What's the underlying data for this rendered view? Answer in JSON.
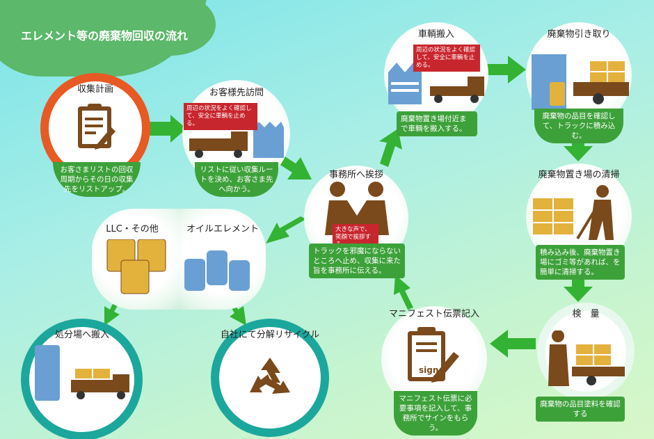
{
  "title": "エレメント等の廃棄物回収の流れ",
  "colors": {
    "green": "#3da13a",
    "arrow": "#34b233",
    "red": "#c8262e",
    "orange": "#e85a24",
    "teal": "#1ca79c",
    "icon_brown": "#7a4a1c",
    "icon_yellow": "#e3b23c",
    "icon_blue": "#6a9fd4"
  },
  "steps": {
    "plan": {
      "label": "収集計画",
      "desc": "お客さまリストの回収周期からその日の収集先をリストアップ。"
    },
    "visit": {
      "label": "お客様先訪問",
      "note": "周辺の状況をよく確認して、安全に車輌を止める。",
      "desc": "リストに従い収集ルートを決め、お客さま先へ向かう。"
    },
    "greet": {
      "label": "事務所へ挨拶",
      "note": "大きな声で、笑顔で挨拶する。",
      "desc": "トラックを邪魔にならないところへ止め、収集に来た旨を事務所に伝える。"
    },
    "carry": {
      "label": "車輌搬入",
      "note": "周辺の状況をよく確認して、安全に車輌を止める。",
      "desc": "廃棄物置き場付近まで車輌を搬入する。"
    },
    "pickup": {
      "label": "廃棄物引き取り",
      "desc": "廃棄物の品目を確認して、トラックに積み込む。"
    },
    "clean": {
      "label": "廃棄物置き場の清掃",
      "desc": "積み込み後、廃棄物置き場にゴミ等があれば、を簡単に清掃する。"
    },
    "inspect": {
      "label": "検　量",
      "desc": "廃棄物の品目塗料を確認する"
    },
    "manifest": {
      "label": "マニフェスト伝票記入",
      "desc": "マニフェスト伝票に必要事項を記入して、事務所でサインをもらう。",
      "sign": "sign"
    },
    "llc": {
      "label": "LLC・その他"
    },
    "oil": {
      "label": "オイルエレメント"
    },
    "disposal": {
      "label": "処分場へ搬入"
    },
    "recycle": {
      "label": "自社にて分解リサイクル"
    }
  }
}
